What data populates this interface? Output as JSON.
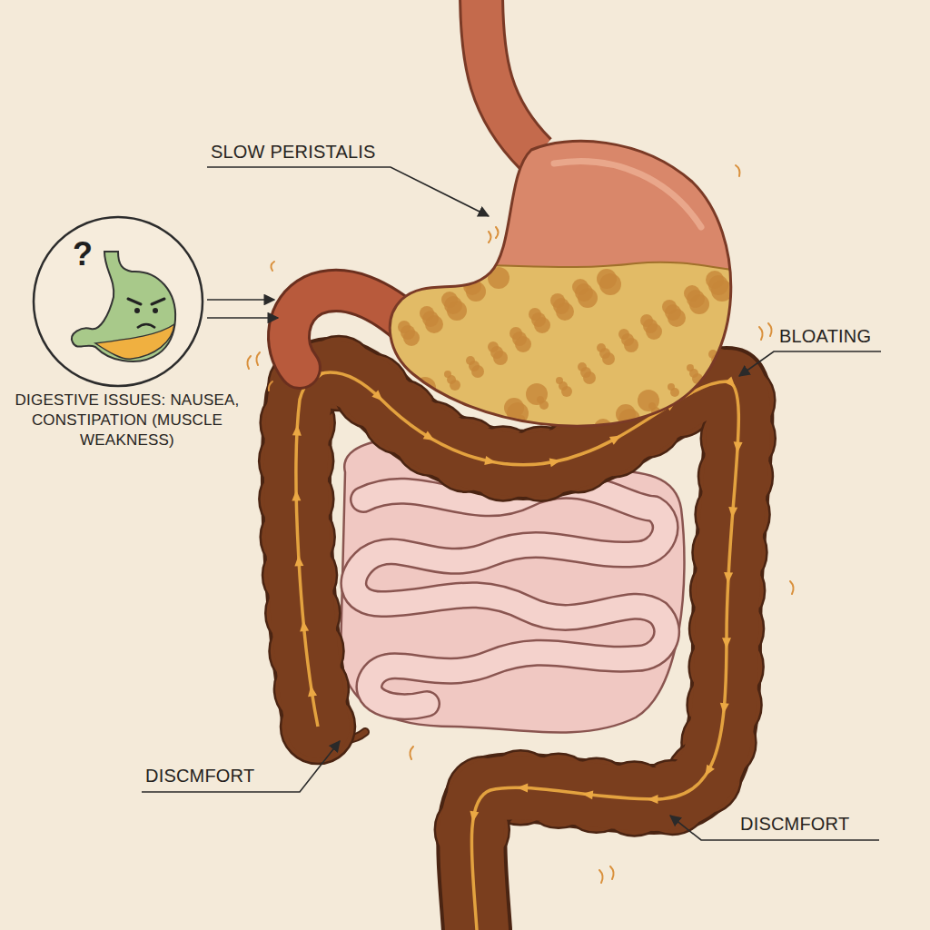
{
  "diagram": {
    "nodes": [
      {
        "text": [
          "?"
        ]
      }
    ],
    "labels": [
      "SLOW PERISTALIS",
      "BLOATING",
      "DIGESTIVE ISSUES: NAUSEA, CONSTIPATION (MUSCLE WEAKNESS)",
      "DISCMFORT",
      "DISCMFORT"
    ]
  }
}
